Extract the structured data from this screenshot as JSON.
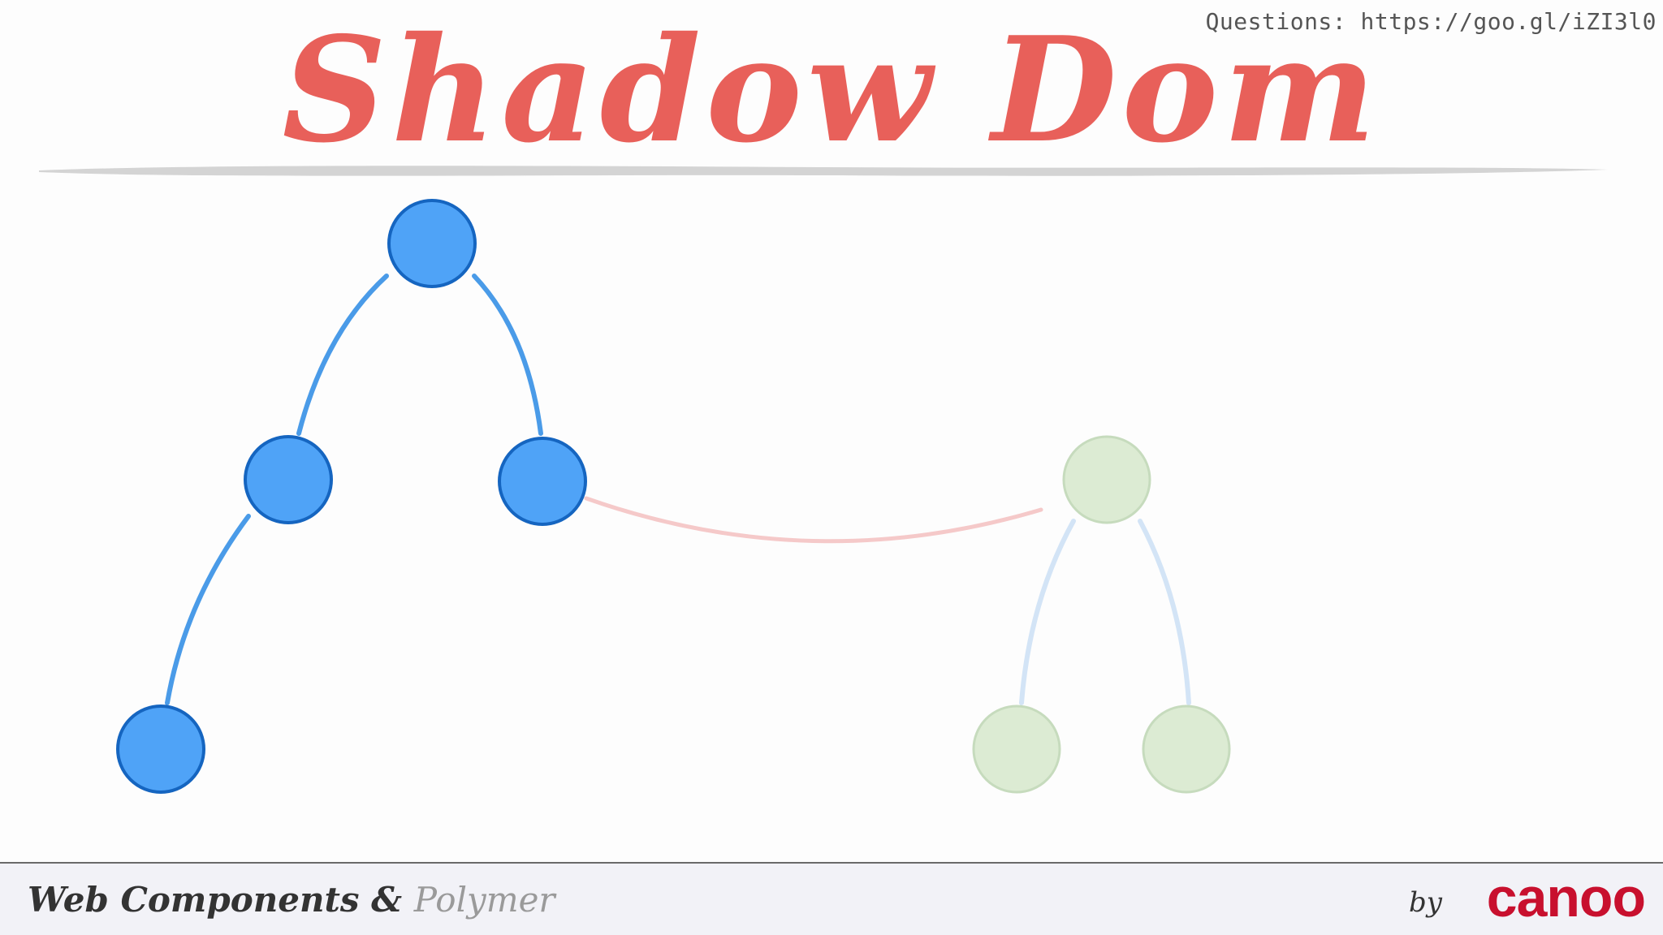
{
  "header": {
    "questions": "Questions: https://goo.gl/iZI3l0",
    "title": "Shadow Dom"
  },
  "colors": {
    "title": "#e8605a",
    "light_dom_fill": "#4fa3f7",
    "light_dom_stroke": "#1565c0",
    "light_dom_edge": "#4a9be8",
    "shadow_dom_fill": "#dcebd3",
    "shadow_dom_stroke": "#c6dbbd",
    "shadow_dom_edge": "#d3e4f6",
    "connector": "#f5c9c9",
    "brand": "#c8102e"
  },
  "diagram": {
    "light_tree": {
      "nodes": [
        "root",
        "left-child",
        "right-child",
        "left-grandchild"
      ],
      "edges": [
        [
          "root",
          "left-child"
        ],
        [
          "root",
          "right-child"
        ],
        [
          "left-child",
          "left-grandchild"
        ]
      ]
    },
    "shadow_tree": {
      "nodes": [
        "shadow-root",
        "shadow-left-child",
        "shadow-right-child"
      ],
      "edges": [
        [
          "shadow-root",
          "shadow-left-child"
        ],
        [
          "shadow-root",
          "shadow-right-child"
        ]
      ]
    },
    "connector": [
      "right-child",
      "shadow-root"
    ]
  },
  "footer": {
    "title_main": "Web Components & ",
    "title_accent": "Polymer",
    "by": "by",
    "brand": "canoo"
  }
}
